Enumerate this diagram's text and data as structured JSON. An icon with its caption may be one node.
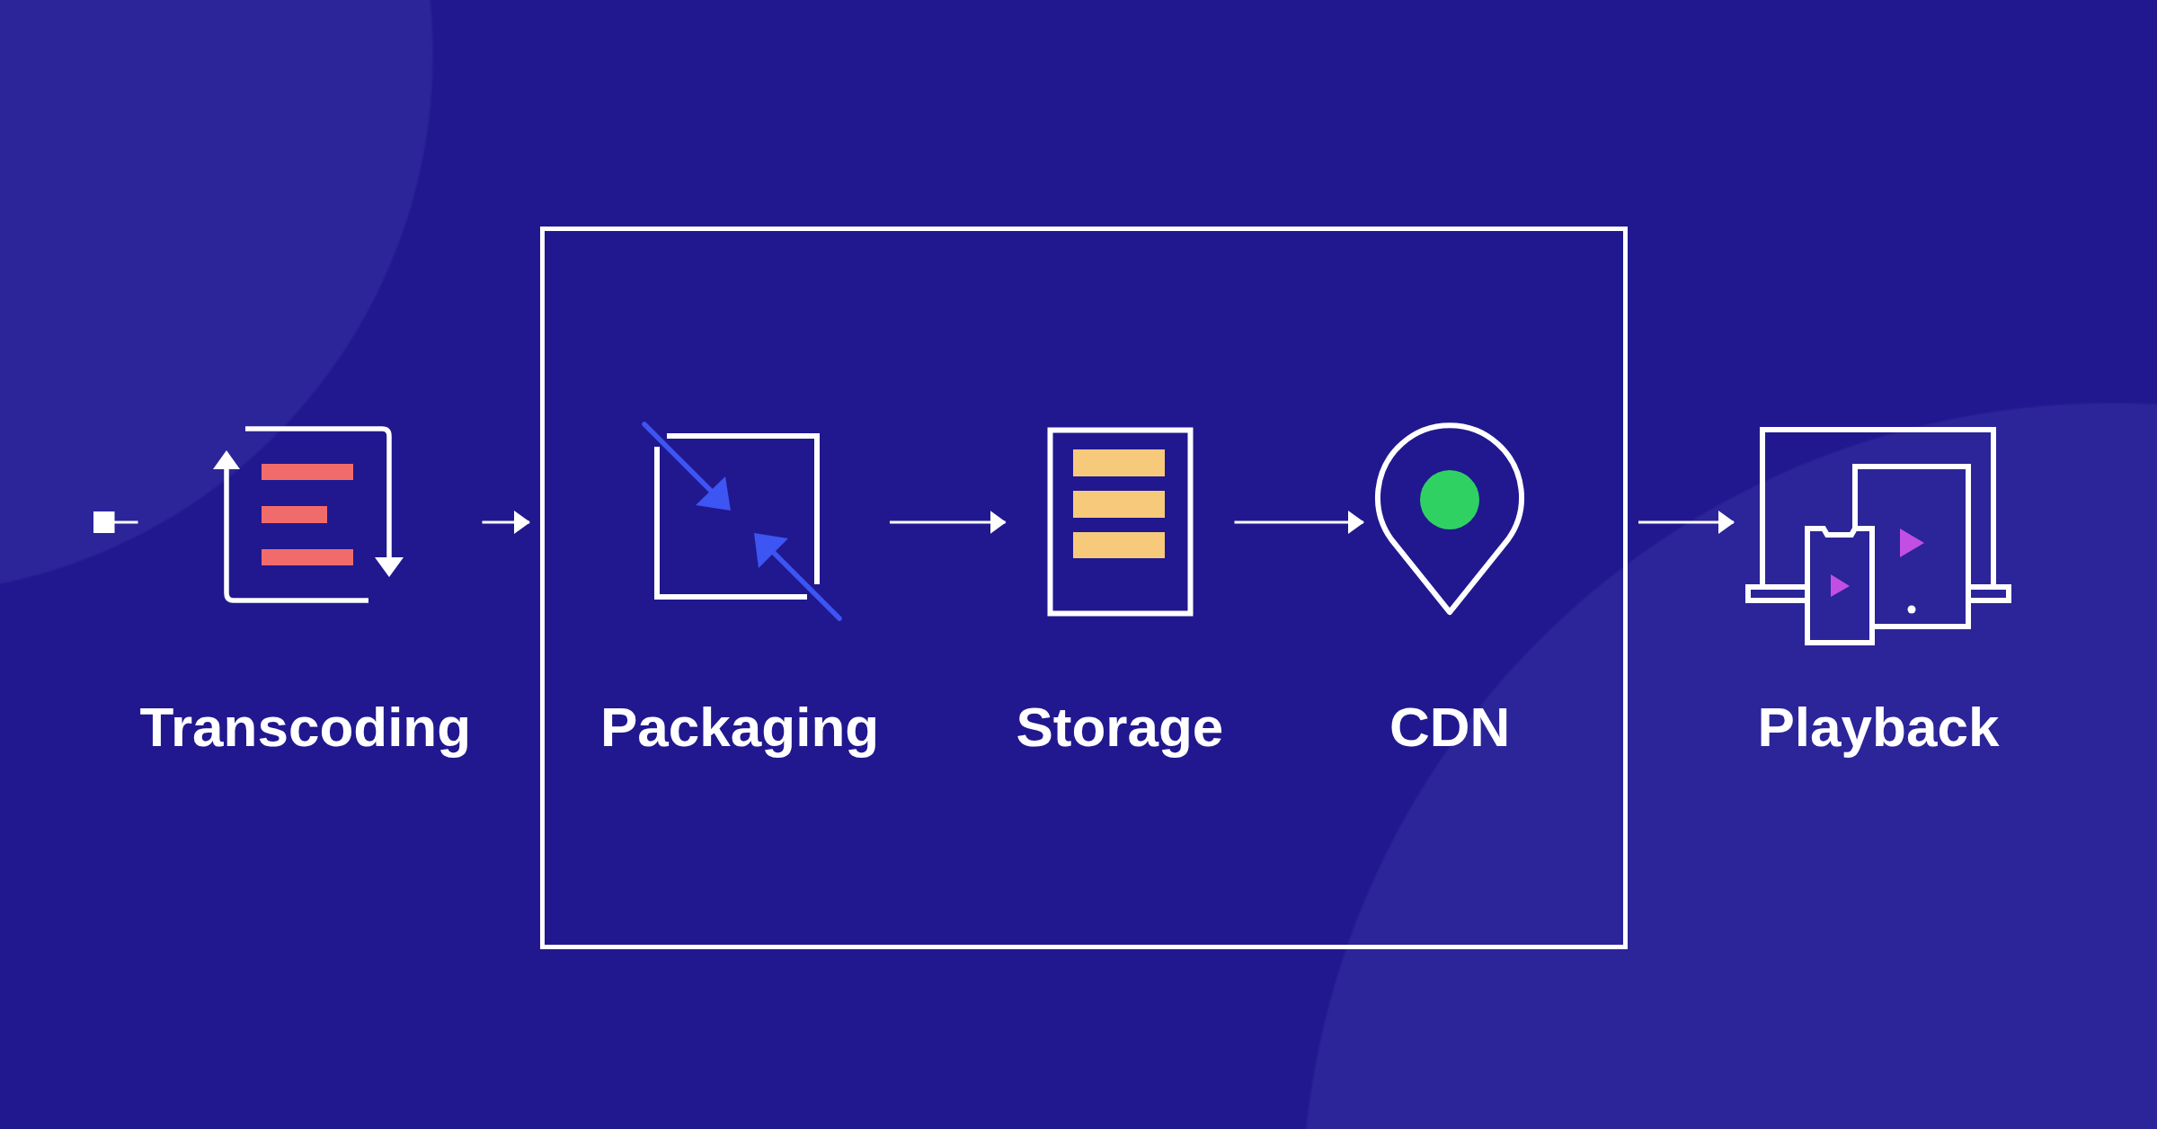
{
  "diagram": {
    "nodes": [
      {
        "text": [
          "Transcoding"
        ]
      },
      {
        "text": [],
        "shape": "box"
      },
      {
        "text": [
          "Packaging"
        ],
        "in": 1
      },
      {
        "text": [
          "Storage"
        ],
        "in": 1
      },
      {
        "text": [
          "CDN"
        ],
        "in": 1
      },
      {
        "text": [
          "Playback"
        ]
      }
    ],
    "edges": [
      {
        "from": null,
        "to": 0,
        "arrow": "other"
      },
      {
        "from": 0,
        "to": 1,
        "arrow": "to"
      },
      {
        "from": 2,
        "to": 3,
        "arrow": "to"
      },
      {
        "from": 3,
        "to": 4,
        "arrow": "to"
      },
      {
        "from": 1,
        "to": 5,
        "arrow": "to"
      }
    ]
  }
}
